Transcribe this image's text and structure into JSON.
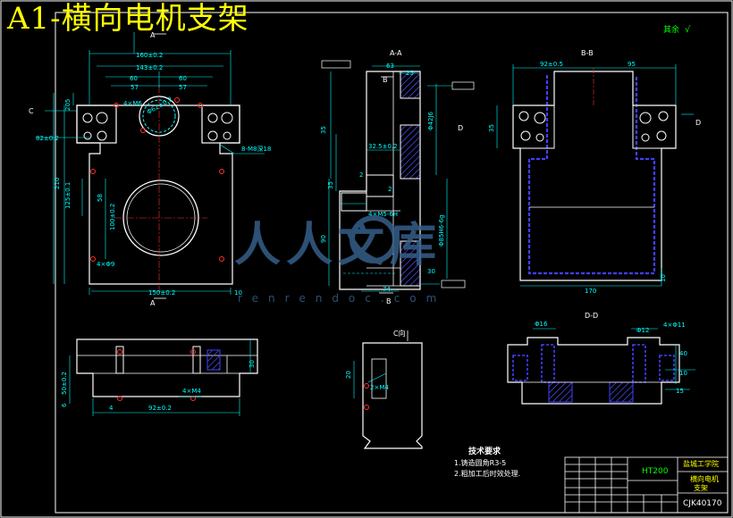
{
  "drawing": {
    "title": "A1-横向电机支架",
    "tr_note": "其余",
    "tr_mark": "√"
  },
  "views": {
    "section_aa": "A-A",
    "section_bb": "B-B",
    "section_dd": "D-D",
    "view_c": "C向",
    "label_a": "A",
    "label_b": "B",
    "label_c": "C",
    "label_d": "D"
  },
  "dims": {
    "front_w1": "160±0.2",
    "front_w2": "143±0.2",
    "front_60a": "60",
    "front_60b": "60",
    "front_57a": "57",
    "front_57b": "57",
    "front_205": "205",
    "front_82": "82±0.2",
    "front_210": "210",
    "front_125": "125±0.1",
    "front_58": "58",
    "front_100": "100±0.2",
    "front_150": "150±0.2",
    "front_10": "10",
    "front_4x_m6": "4×M6",
    "front_hole_d62": "Φ62±0.2",
    "front_note_m8": "8-M8深18",
    "front_4x_d9": "4×Φ9",
    "aa_63": "63",
    "aa_25": "25",
    "aa_35": "35",
    "aa_90": "90",
    "aa_325": "32.5±0.2",
    "aa_2a": "2",
    "aa_2b": "2",
    "aa_35b": "35",
    "aa_m5": "4×M5-6H",
    "aa_d85": "Φ85H6-6g",
    "aa_d42": "Φ42J6",
    "aa_74": "74",
    "aa_30": "30",
    "bb_92": "92±0.5",
    "bb_95": "95",
    "bb_35": "35",
    "bb_170": "170",
    "bb_10": "10",
    "bot_92": "92±0.2",
    "bot_4": "4",
    "bot_m4": "4×M4",
    "bot_30": "30",
    "bot_50": "50±0.2",
    "bot_6": "6",
    "c_2xm4": "2×M4",
    "c_20": "20",
    "dd_d16": "Φ16",
    "dd_d12": "Φ12",
    "dd_4xd11": "4×Φ11",
    "dd_10": "10",
    "dd_15": "15",
    "dd_40": "40"
  },
  "tech": {
    "heading": "技术要求",
    "item1": "1.铸造圆角R3-5",
    "item2": "2.粗加工后时效处理."
  },
  "title_block": {
    "material": "HT200",
    "school": "盐城工学院",
    "part_name_1": "横向电机",
    "part_name_2": "支架",
    "drawing_no": "CJK40170"
  },
  "watermark": {
    "cn": "人人文库",
    "url": "renrendoc.com"
  },
  "colors": {
    "background": "#000000",
    "outline": "#ffffff",
    "dimension": "#00ffff",
    "hidden": "#4040ff",
    "hole": "#ff3030",
    "title": "#ffff00",
    "tb_text": "#00ff00"
  }
}
